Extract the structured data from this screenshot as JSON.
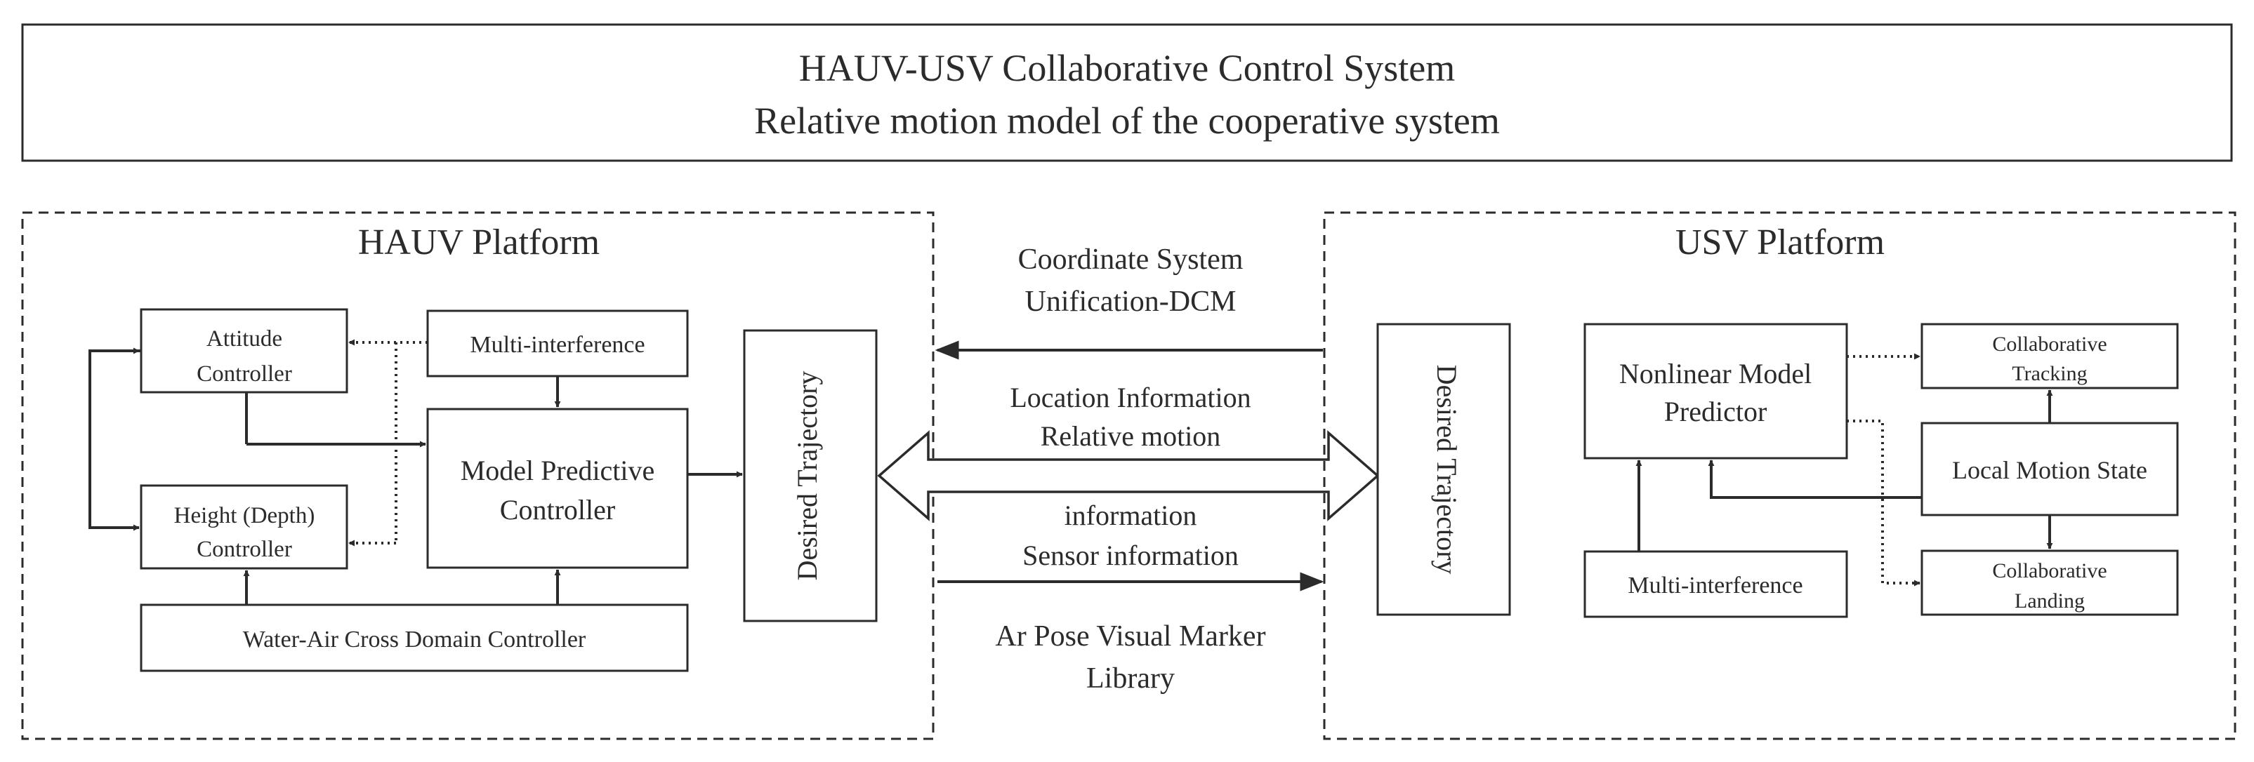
{
  "title": {
    "line1": "HAUV-USV Collaborative Control System",
    "line2": "Relative motion model of the cooperative system"
  },
  "hauv": {
    "label": "HAUV Platform",
    "attitude_controller": [
      "Attitude",
      "Controller"
    ],
    "multi_interference": "Multi-interference",
    "height_controller": [
      "Height (Depth)",
      "Controller"
    ],
    "mpc": [
      "Model Predictive",
      "Controller"
    ],
    "cross_domain_controller": "Water-Air Cross Domain Controller",
    "desired_trajectory": "Desired Trajectory"
  },
  "middle": {
    "coordinate_system": [
      "Coordinate System",
      "Unification-DCM"
    ],
    "location_info": [
      "Location Information",
      "Relative motion"
    ],
    "sensor_info": [
      "information",
      "Sensor information"
    ],
    "marker_library": [
      "Ar Pose Visual Marker",
      "Library"
    ]
  },
  "usv": {
    "label": "USV Platform",
    "desired_trajectory": "Desired Trajectory",
    "nonlinear_predictor": [
      "Nonlinear Model",
      "Predictor"
    ],
    "multi_interference": "Multi-interference",
    "collaborative_tracking": [
      "Collaborative",
      "Tracking"
    ],
    "local_motion_state": "Local Motion State",
    "collaborative_landing": [
      "Collaborative",
      "Landing"
    ]
  }
}
